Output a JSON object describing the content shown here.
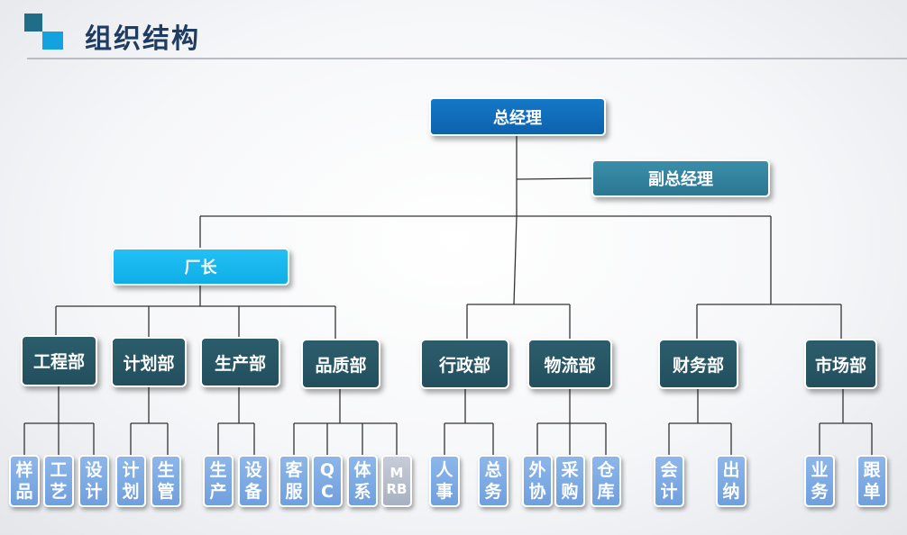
{
  "header": {
    "title": "组织结构"
  },
  "org": {
    "top": "总经理",
    "deputy": "副总经理",
    "factory_manager": "厂长",
    "departments": [
      {
        "name": "工程部",
        "units": [
          "样品",
          "工艺",
          "设计"
        ]
      },
      {
        "name": "计划部",
        "units": [
          "计划",
          "生管"
        ]
      },
      {
        "name": "生产部",
        "units": [
          "生产",
          "设备"
        ]
      },
      {
        "name": "品质部",
        "units": [
          "客服",
          "QC",
          "体系",
          "MRB"
        ]
      },
      {
        "name": "行政部",
        "units": [
          "人事",
          "总务"
        ]
      },
      {
        "name": "物流部",
        "units": [
          "外协",
          "采购",
          "仓库"
        ]
      },
      {
        "name": "财务部",
        "units": [
          "会计",
          "出纳"
        ]
      },
      {
        "name": "市场部",
        "units": [
          "业务",
          "跟单"
        ]
      }
    ]
  }
}
